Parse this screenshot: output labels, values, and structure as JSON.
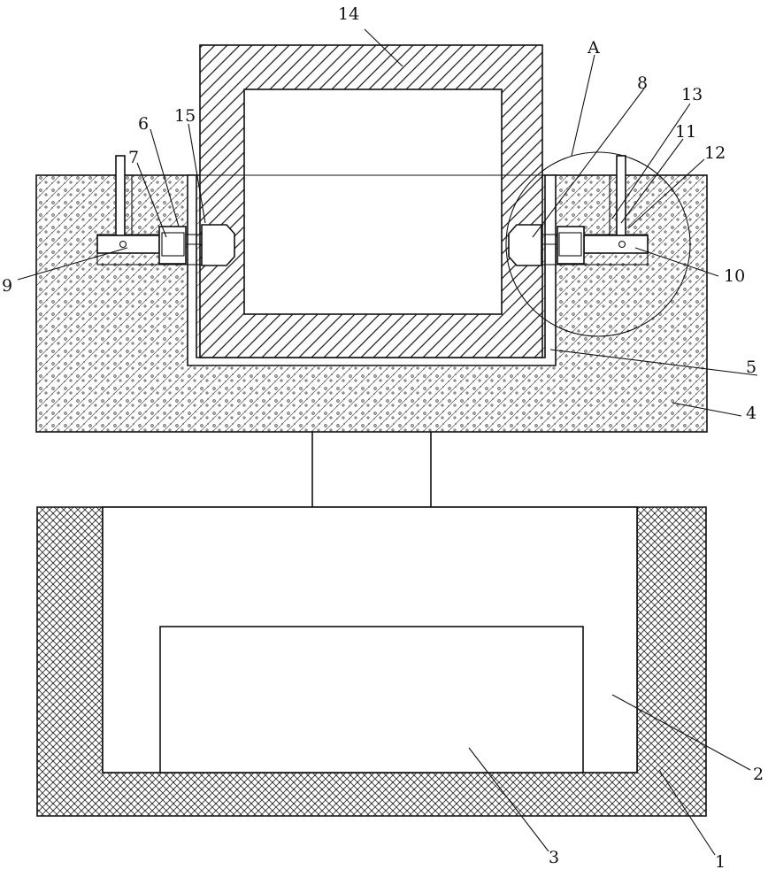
{
  "labels": {
    "l1": "1",
    "l2": "2",
    "l3": "3",
    "l4": "4",
    "l5": "5",
    "l6": "6",
    "l7": "7",
    "l8": "8",
    "l9": "9",
    "l10": "10",
    "l11": "11",
    "l12": "12",
    "l13": "13",
    "l14": "14",
    "l15": "15",
    "lA": "A"
  },
  "colors": {
    "stroke": "#111111",
    "background": "#ffffff",
    "hatch": "#333333"
  }
}
